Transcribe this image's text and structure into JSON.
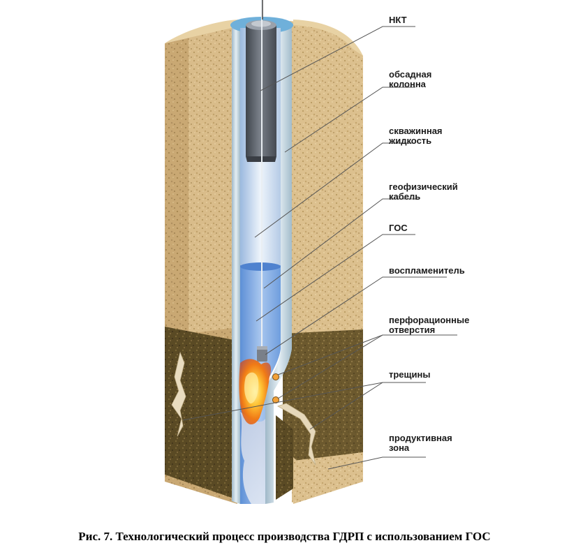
{
  "labels": {
    "tubing": "НКТ",
    "casing_line1": "обсадная",
    "casing_line2": "колонна",
    "fluid_line1": "скважинная",
    "fluid_line2": "жидкость",
    "cable_line1": "геофизический",
    "cable_line2": "кабель",
    "gos": "ГОС",
    "igniter": "воспламенитель",
    "perforations_line1": "перфорационные",
    "perforations_line2": "отверстия",
    "fractures": "трещины",
    "zone_line1": "продуктивная",
    "zone_line2": "зона"
  },
  "caption": "Рис. 7. Технологический процесс производства ГДРП с использованием ГОС",
  "colors": {
    "sand": "#d8bc8a",
    "productive_zone": "#6e5a2e",
    "well_fluid": "#6f9ede",
    "casing": "#c7dbe6",
    "tubing": "#5a5f68",
    "flame": "#f08a1c",
    "leader_line": "#555555"
  }
}
